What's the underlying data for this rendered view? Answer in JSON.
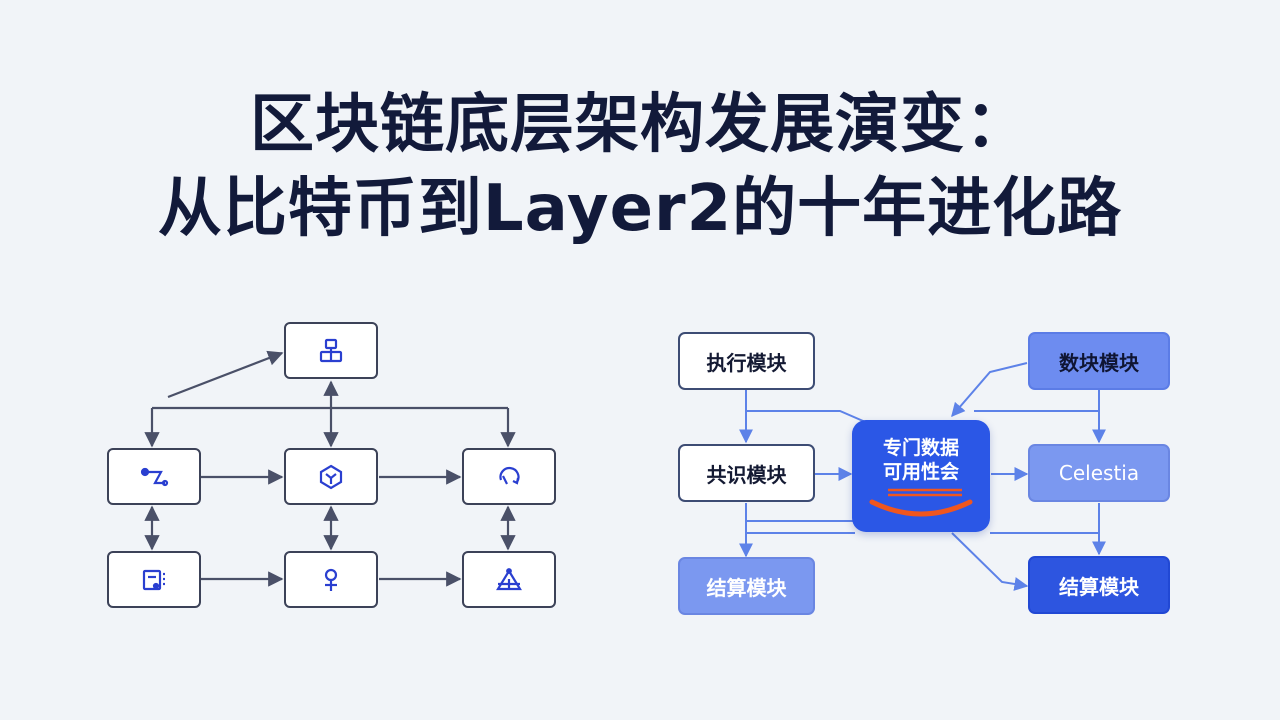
{
  "title": {
    "line1": "区块链底层架构发展演变：",
    "line2": "从比特币到Layer2的十年进化路"
  },
  "left_diagram": {
    "nodes": [
      {
        "id": "top",
        "icon": "node-tree-icon"
      },
      {
        "id": "mid-left",
        "icon": "flow-link-icon"
      },
      {
        "id": "mid-center",
        "icon": "hexagon-network-icon"
      },
      {
        "id": "mid-right",
        "icon": "cycle-arrows-icon"
      },
      {
        "id": "bottom-left",
        "icon": "document-list-icon"
      },
      {
        "id": "bottom-center",
        "icon": "person-node-icon"
      },
      {
        "id": "bottom-right",
        "icon": "pyramid-network-icon"
      }
    ]
  },
  "right_diagram": {
    "execution_label": "执行模块",
    "consensus_label": "共识模块",
    "settlement_label": "结算模块",
    "data_block_label": "数块模块",
    "celestia_label": "Celestia",
    "settlement_right_label": "结算模块",
    "center_line1": "专门数据",
    "center_line2": "可用性会"
  },
  "colors": {
    "title": "#121a3a",
    "accent_blue": "#2b57e6",
    "light_blue": "#7b98f0",
    "connector_gray": "#4a5068",
    "connector_blue": "#5d82e8",
    "decor_orange": "#f0561e"
  }
}
